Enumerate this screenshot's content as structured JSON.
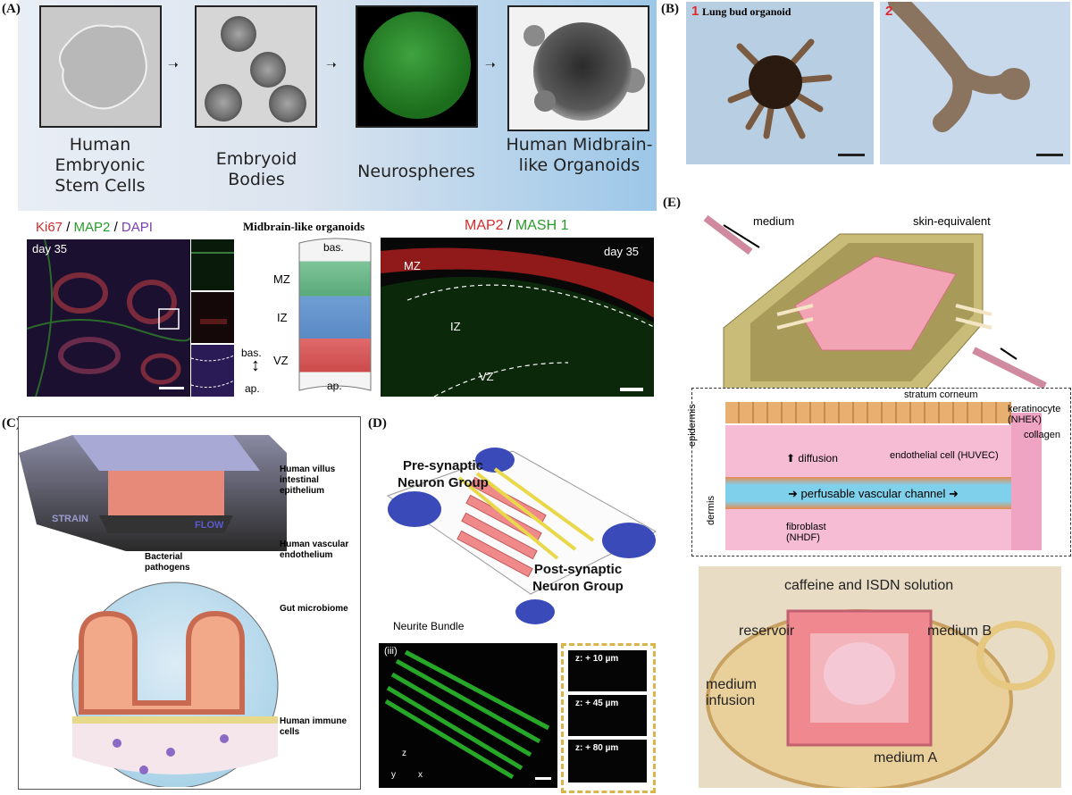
{
  "panelA": {
    "label": "(A)",
    "steps": [
      {
        "caption": "Human Embryonic Stem Cells"
      },
      {
        "caption": "Embryoid Bodies"
      },
      {
        "caption": "Neurospheres"
      },
      {
        "caption": "Human Midbrain-like Organoids"
      }
    ],
    "stain1": {
      "ki67": "Ki67",
      "sep1": " / ",
      "map2": "MAP2",
      "sep2": " / ",
      "dapi": "DAPI"
    },
    "day1": "day 35",
    "schematic_title": "Midbrain-like organoids",
    "layers": {
      "bas": "bas.",
      "mz": "MZ",
      "iz": "IZ",
      "vz": "VZ",
      "ap": "ap."
    },
    "stain2": {
      "map2": "MAP2",
      "sep": " / ",
      "mash": "MASH 1"
    },
    "day2": "day 35",
    "zones2": {
      "mz": "MZ",
      "iz": "IZ",
      "vz": "VZ"
    },
    "axis": {
      "bas": "bas.",
      "ap": "ap."
    }
  },
  "panelB": {
    "label": "(B)",
    "img1_num": "1",
    "img1_title": "Lung bud organoid",
    "img2_num": "2"
  },
  "panelC": {
    "label": "(C)",
    "strain": "STRAIN",
    "flow": "FLOW",
    "bacterial": "Bacterial pathogens",
    "callouts": [
      "Human villus intestinal epithelium",
      "Human vascular endothelium",
      "Gut microbiome",
      "Human immune cells"
    ]
  },
  "panelD": {
    "label": "(D)",
    "pre": "Pre-synaptic Neuron Group",
    "post": "Post-synaptic Neuron Group",
    "neurite": "Neurite Bundle",
    "iii": "(iii)",
    "z_labels": [
      "z: + 10 µm",
      "z: + 45 µm",
      "z: + 80 µm"
    ],
    "axes": {
      "z": "z",
      "y": "y",
      "x": "x"
    }
  },
  "panelE": {
    "label": "(E)",
    "medium": "medium",
    "skin": "skin-equivalent",
    "stratum": "stratum corneum",
    "keratinocyte": "keratinocyte (NHEK)",
    "collagen": "collagen",
    "epidermis": "epidermis",
    "dermis": "dermis",
    "diffusion": "diffusion",
    "endothelial": "endothelial cell (HUVEC)",
    "channel": "perfusable vascular channel",
    "fibroblast": "fibroblast (NHDF)",
    "photo": {
      "caffeine": "caffeine and ISDN solution",
      "reservoir": "reservoir",
      "mediumB": "medium B",
      "infusion": "medium infusion",
      "mediumA": "medium A"
    }
  }
}
